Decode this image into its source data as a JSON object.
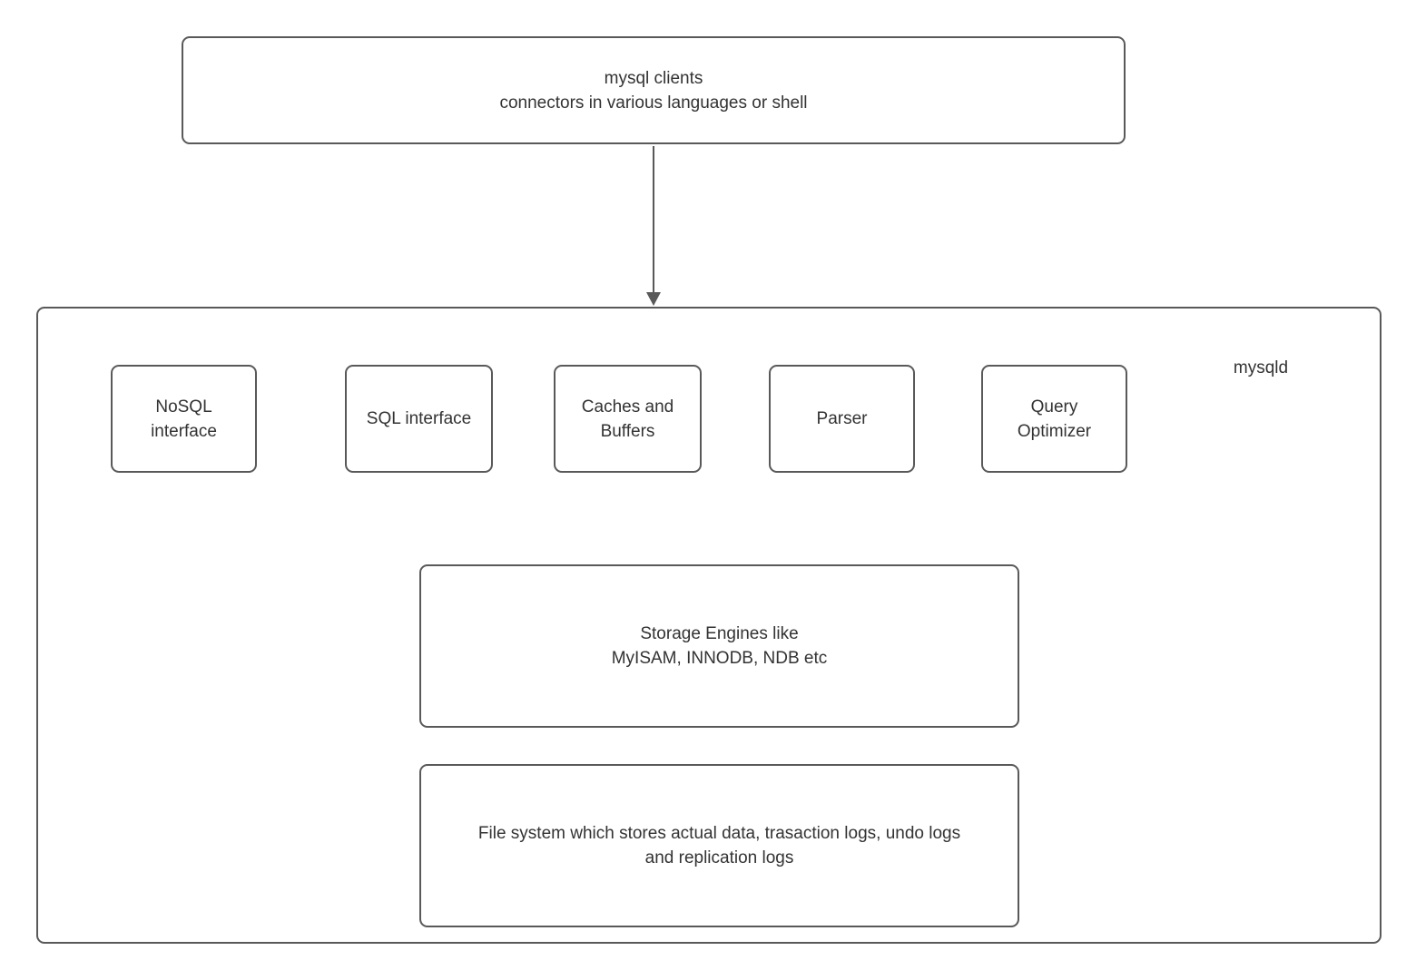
{
  "colors": {
    "border": "#595959",
    "text": "#333333",
    "background": "#ffffff"
  },
  "clients_box": {
    "line1": "mysql clients",
    "line2": "connectors in various languages or shell"
  },
  "mysqld": {
    "label": "mysqld",
    "components": [
      {
        "label": "NoSQL interface"
      },
      {
        "label": "SQL interface"
      },
      {
        "label": "Caches and Buffers"
      },
      {
        "label": "Parser"
      },
      {
        "label": "Query Optimizer"
      }
    ],
    "storage_box": {
      "line1": "Storage Engines like",
      "line2": "MyISAM, INNODB, NDB etc"
    },
    "filesystem_box": {
      "line1": "File system which stores actual data, trasaction logs, undo logs",
      "line2": "and replication logs"
    }
  }
}
